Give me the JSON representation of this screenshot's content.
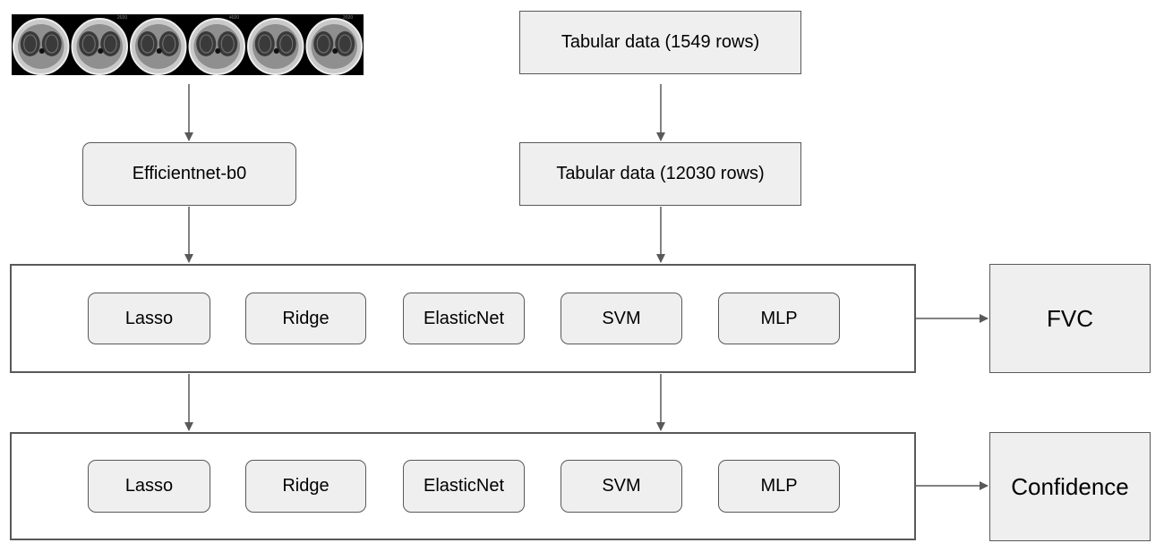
{
  "inputs": {
    "image_strip": {
      "icon": "ct-scan-slices",
      "slice_count": 6,
      "captions": [
        "2020",
        "4020",
        "2020"
      ]
    },
    "tabular_raw": "Tabular data (1549 rows)",
    "tabular_expanded": "Tabular data (12030 rows)",
    "cnn": "Efficientnet-b0"
  },
  "stages": [
    {
      "models": [
        "Lasso",
        "Ridge",
        "ElasticNet",
        "SVM",
        "MLP"
      ],
      "output": "FVC"
    },
    {
      "models": [
        "Lasso",
        "Ridge",
        "ElasticNet",
        "SVM",
        "MLP"
      ],
      "output": "Confidence"
    }
  ],
  "colors": {
    "box_fill": "#efefef",
    "stroke": "#595959",
    "strip_bg": "#000000"
  }
}
